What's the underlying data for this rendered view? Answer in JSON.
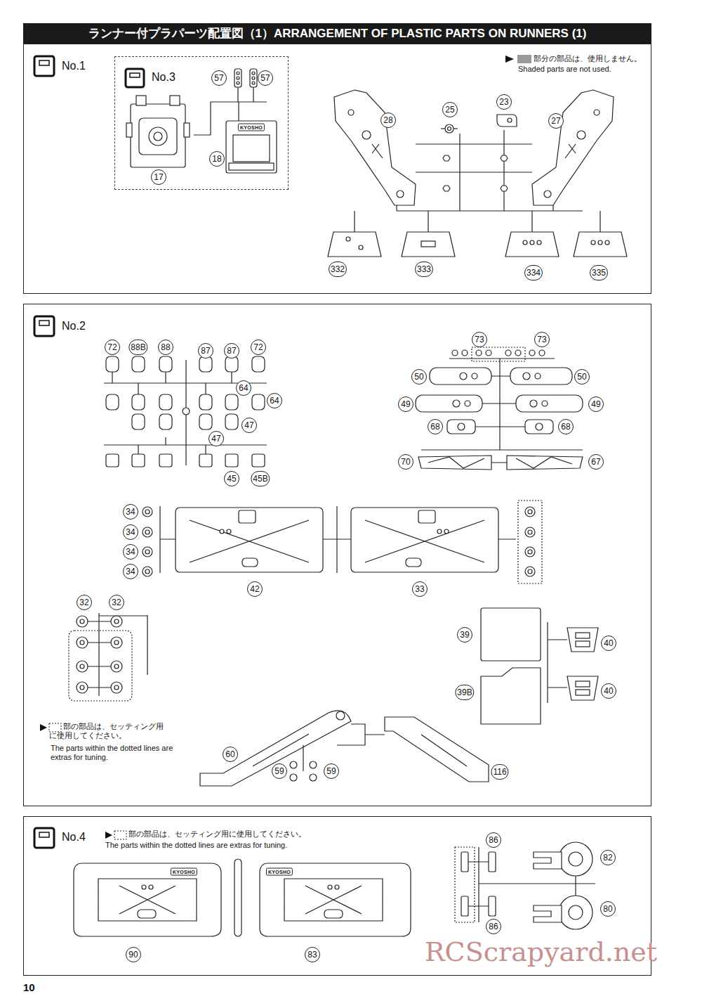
{
  "diagram": {
    "title": "ランナー付プラパーツ配置図（1）ARRANGEMENT OF PLASTIC PARTS ON RUNNERS (1)",
    "nodes": [
      {
        "text": [
          "No.1"
        ]
      },
      {
        "text": [
          "No.3"
        ],
        "in": 0
      },
      {
        "text": [
          "No.2"
        ]
      },
      {
        "text": [
          "No.4"
        ]
      }
    ],
    "labels": [
      "57",
      "57",
      "KYOSHO",
      "17",
      "18",
      "部分の部品は、使用しません。",
      "Shaded parts are not used.",
      "28",
      "25",
      "23",
      "27",
      "332",
      "333",
      "334",
      "335",
      "72",
      "88B",
      "88",
      "87",
      "87",
      "72",
      "64",
      "64",
      "47",
      "47",
      "45",
      "45B",
      "73",
      "73",
      "50",
      "50",
      "49",
      "49",
      "68",
      "68",
      "70",
      "67",
      "34",
      "34",
      "34",
      "34",
      "42",
      "33",
      "32",
      "32",
      "39",
      "39B",
      "40",
      "40",
      "部の部品は、セッティング用に使用してください。",
      "The parts within the dotted lines are extras for tuning.",
      "60",
      "59",
      "59",
      "116",
      "部の部品は、セッティング用に使用してください。",
      "The parts within the dotted lines are extras for tuning.",
      "86",
      "86",
      "82",
      "80",
      "KYOSHO",
      "KYOSHO",
      "90",
      "83",
      "10",
      "RCScrapyard.net"
    ]
  }
}
